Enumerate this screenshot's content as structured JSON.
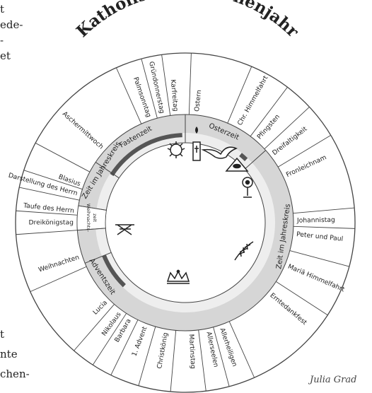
{
  "title": "Katholisches Kirchenjahr",
  "credit": "Julia Grad",
  "left_text_top": [
    "t",
    "ede-",
    "-",
    "et"
  ],
  "left_text_bottom": [
    "t",
    "nte",
    "chen-"
  ],
  "seasons": [
    "Osterzeit",
    "Zeit im Jahreskreis",
    "Adventszeit",
    "Zeit im Jahreskreis",
    "Fastenzeit"
  ],
  "christmas_season_label": [
    "Weihnachts-",
    "zeit"
  ],
  "feasts": [
    "Ostern",
    "Chr. Himmelfahrt",
    "Pfingsten",
    "Dreifaltigkeit",
    "Fronleichnam",
    "Johannistag",
    "Peter und Paul",
    "Mariä Himmelfahrt",
    "Erntedankfest",
    "Allerheiligen",
    "Allerseelen",
    "Martinstag",
    "Christkönig",
    "1. Advent",
    "Barbara",
    "Nikolaus",
    "Lucia",
    "Weihnachten",
    "Dreikönigstag",
    "Taufe des Herrn",
    "Darstellung des Herrn",
    "Blasius",
    "Aschermittwoch",
    "Palmsonntag",
    "Gründonnerstag",
    "Karfreitag"
  ],
  "colors": {
    "ring": "#d6d6d6",
    "dark": "#555555",
    "line": "#444444"
  }
}
